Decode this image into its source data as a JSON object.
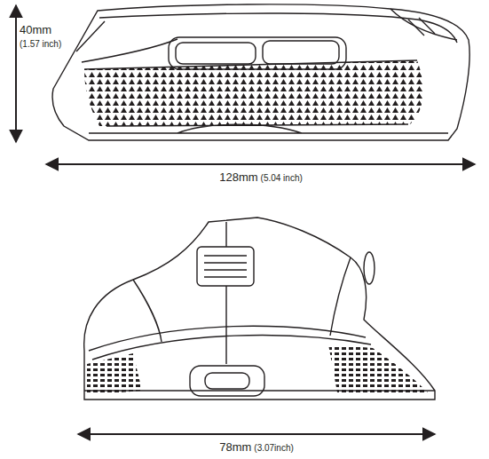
{
  "diagram": {
    "labels": [
      "40mm",
      "(1.57 inch)",
      "128mm",
      "(5.04 inch)",
      "78mm",
      "(3.07inch)"
    ]
  }
}
